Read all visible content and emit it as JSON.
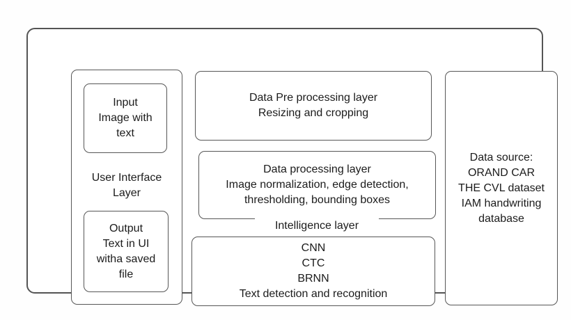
{
  "ui_layer": {
    "input_text": "Input\nImage with\ntext",
    "label": "User Interface\nLayer",
    "output_text": "Output\nText in UI\nwitha saved\nfile"
  },
  "middle": {
    "preprocessing_text": "Data Pre processing layer\nResizing and cropping",
    "processing_text": "Data processing layer\nImage normalization, edge detection,\nthresholding, bounding boxes",
    "intelligence_label": "Intelligence layer",
    "intelligence_text": "CNN\nCTC\nBRNN\nText detection and recognition"
  },
  "right": {
    "data_source_text": "Data source:\nORAND CAR\nTHE CVL dataset\nIAM handwriting\ndatabase"
  },
  "colors": {
    "border": "#565656",
    "text": "#1b1b1b",
    "background": "#ffffff"
  }
}
